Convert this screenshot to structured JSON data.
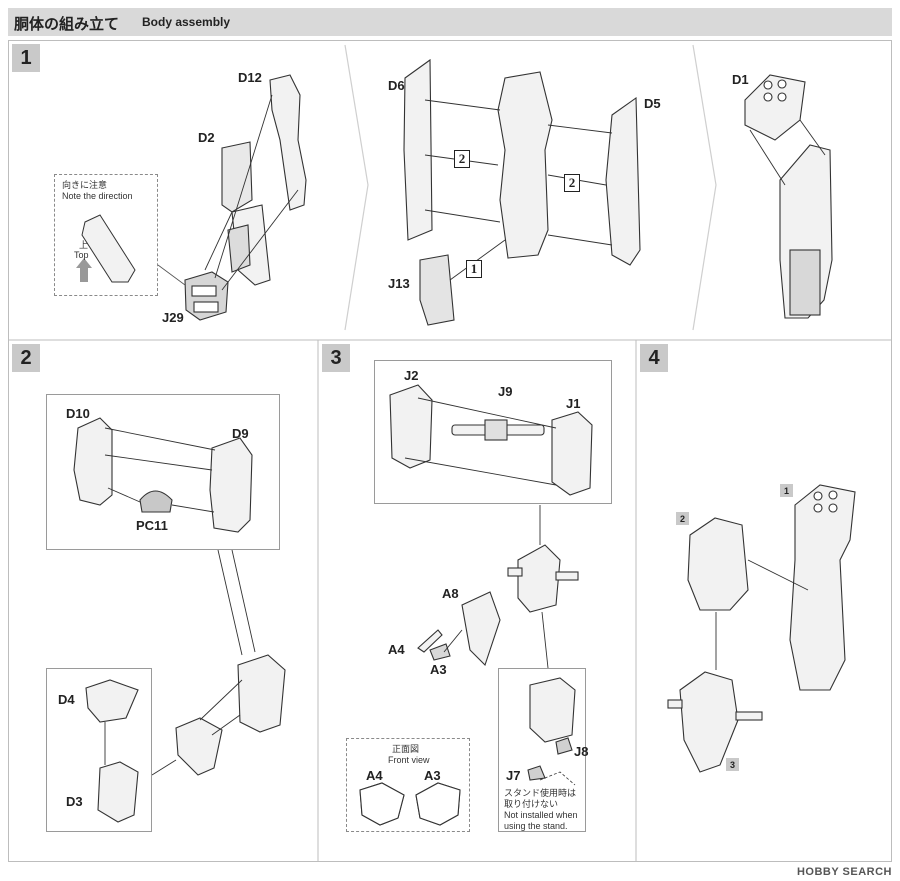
{
  "header": {
    "title_jp": "胴体の組み立て",
    "title_en": "Body assembly"
  },
  "steps": [
    {
      "number": "1"
    },
    {
      "number": "2"
    },
    {
      "number": "3"
    },
    {
      "number": "4"
    }
  ],
  "step1": {
    "note_jp": "向きに注意",
    "note_en": "Note the direction",
    "top_jp": "上",
    "top_en": "Top",
    "labels": {
      "d12": "D12",
      "d2": "D2",
      "j29": "J29",
      "d6": "D6",
      "d5": "D5",
      "j13": "J13",
      "d1": "D1"
    },
    "sub_marks": {
      "m2a": "2",
      "m2b": "2",
      "m1": "1"
    }
  },
  "step2": {
    "labels": {
      "d10": "D10",
      "d9": "D9",
      "pc11": "PC11",
      "d4": "D4",
      "d3": "D3"
    }
  },
  "step3": {
    "labels": {
      "j2": "J2",
      "j9": "J9",
      "j1": "J1",
      "a8": "A8",
      "a4": "A4",
      "a3": "A3",
      "j8": "J8",
      "j7": "J7"
    },
    "front_view_jp": "正面図",
    "front_view_en": "Front view",
    "front_a4": "A4",
    "front_a3": "A3",
    "stand_note_jp_1": "スタンド使用時は",
    "stand_note_jp_2": "取り付けない",
    "stand_note_en_1": "Not installed when",
    "stand_note_en_2": "using the stand."
  },
  "step4": {
    "marks": {
      "m1": "1",
      "m2": "2",
      "m3": "3"
    }
  },
  "watermark": "HOBBY SEARCH"
}
